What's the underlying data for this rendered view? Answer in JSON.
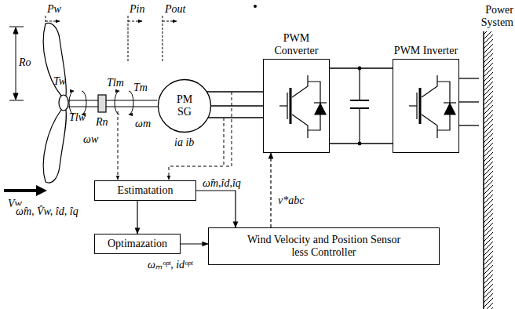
{
  "diagram": {
    "nodes": [
      {
        "text": [
          "PM SG"
        ]
      },
      {
        "text": [
          "PWM Converter"
        ]
      },
      {
        "text": [
          "PWM Inverter"
        ]
      },
      {
        "text": [
          "Power System"
        ]
      },
      {
        "text": [
          "Estimatation"
        ]
      },
      {
        "text": [
          "Optimazation"
        ]
      },
      {
        "text": [
          "Wind Velocity and Position Sensor less Controller"
        ]
      }
    ],
    "edges": [
      {
        "from": 0,
        "to": 1,
        "arrow": "none"
      },
      {
        "from": 1,
        "to": 2,
        "arrow": "none"
      },
      {
        "from": 2,
        "to": 3,
        "arrow": "none"
      },
      {
        "from": 4,
        "to": 6,
        "arrow": "to",
        "label": "ω̂m,îd,îq"
      },
      {
        "from": 4,
        "to": 5,
        "arrow": "to",
        "label": "ω̂m, V̂w, îd, îq"
      },
      {
        "from": 5,
        "to": 6,
        "arrow": "to",
        "label": "ωₘᵒᵖᵗ, idᵒᵖᵗ"
      },
      {
        "from": 6,
        "to": 1,
        "arrow": "to",
        "label": "v*abc"
      }
    ],
    "labels": [
      "Pw",
      "Pin",
      "Pout",
      "Ro",
      "Vw",
      "Tw",
      "Tlw",
      "Rn",
      "Tlm",
      "Tm",
      "ωm",
      "ωw",
      "ia ib"
    ]
  }
}
